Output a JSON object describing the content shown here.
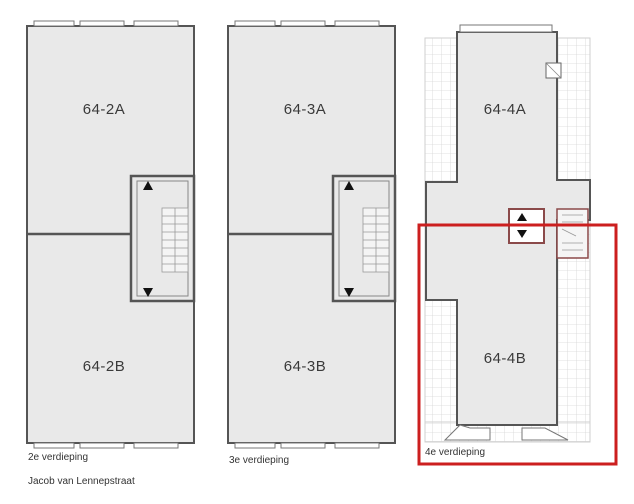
{
  "floors": [
    {
      "units": [
        "64-2A",
        "64-2B"
      ],
      "caption": "2e verdieping"
    },
    {
      "units": [
        "64-3A",
        "64-3B"
      ],
      "caption": "3e verdieping"
    },
    {
      "units": [
        "64-4A",
        "64-4B"
      ],
      "caption": "4e verdieping",
      "highlighted_unit": "64-4B"
    }
  ],
  "street": "Jacob van Lennepstraat",
  "colors": {
    "floor_fill": "#e9e9e9",
    "wall": "#555555",
    "stair_wall": "#777777",
    "terrace_grid": "#d6d6d6",
    "highlight": "#cc1f1f",
    "accent_stair": "#8b4a4a"
  }
}
